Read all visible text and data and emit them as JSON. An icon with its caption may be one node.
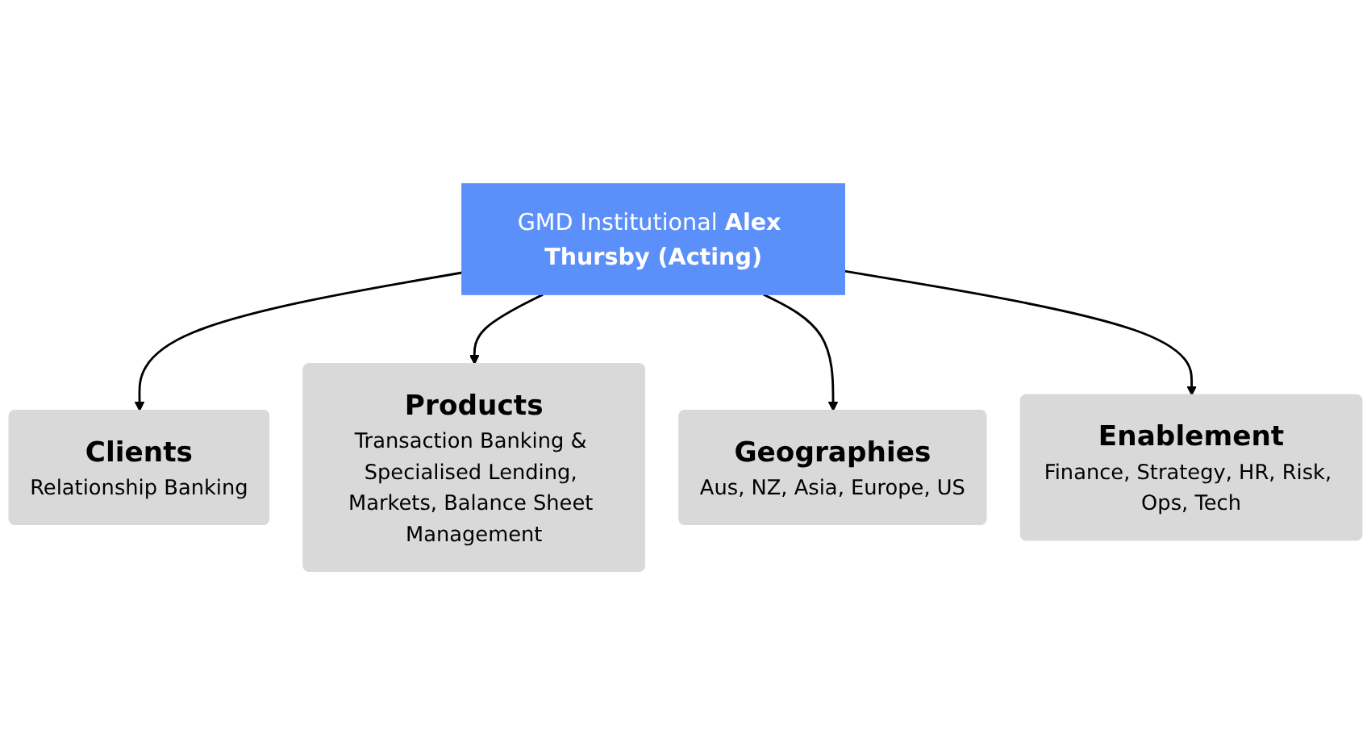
{
  "diagram": {
    "nodes": [
      {
        "text": [
          "GMD Institutional **Alex Thursby (Acting)**"
        ]
      },
      {
        "text": [
          "Clients",
          "Relationship Banking"
        ]
      },
      {
        "text": [
          "Products",
          "Transaction Banking & Specialised Lending, Markets, Balance Sheet Management"
        ]
      },
      {
        "text": [
          "Geographies",
          "Aus, NZ, Asia, Europe, US"
        ]
      },
      {
        "text": [
          "Enablement",
          "Finance, Strategy, HR, Risk, Ops, Tech"
        ]
      }
    ],
    "edges": [
      {
        "from": 0,
        "to": 1,
        "arrow": "to"
      },
      {
        "from": 0,
        "to": 2,
        "arrow": "to"
      },
      {
        "from": 0,
        "to": 3,
        "arrow": "to"
      },
      {
        "from": 0,
        "to": 4,
        "arrow": "to"
      }
    ]
  }
}
